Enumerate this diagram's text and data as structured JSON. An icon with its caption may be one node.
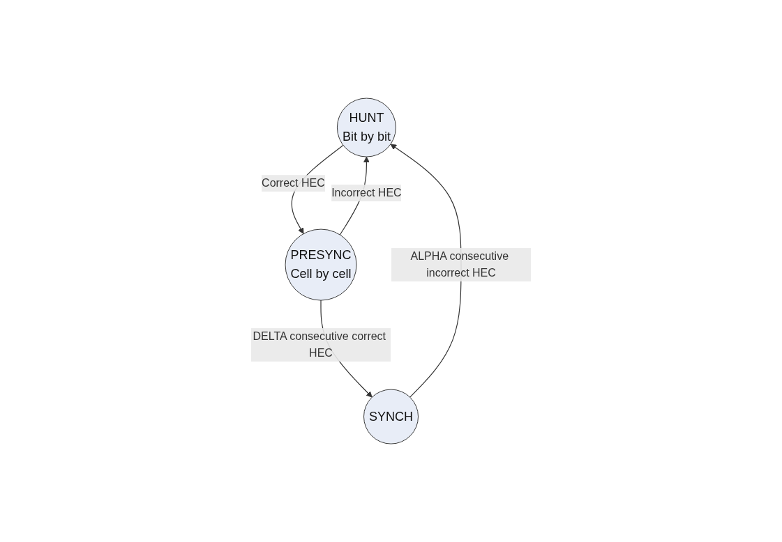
{
  "diagram": {
    "nodes": [
      {
        "text": [
          "HUNT",
          "Bit by bit"
        ]
      },
      {
        "text": [
          "PRESYNC",
          "Cell by cell"
        ]
      },
      {
        "text": [
          "SYNCH"
        ]
      }
    ],
    "edges": [
      {
        "from": 0,
        "to": 1,
        "arrow": "to",
        "label": "Correct HEC"
      },
      {
        "from": 1,
        "to": 0,
        "arrow": "to",
        "label": "Incorrect HEC"
      },
      {
        "from": 1,
        "to": 2,
        "arrow": "to",
        "label": "DELTA consecutive correct HEC"
      },
      {
        "from": 2,
        "to": 0,
        "arrow": "to",
        "label": "ALPHA consecutive incorrect HEC"
      }
    ]
  }
}
